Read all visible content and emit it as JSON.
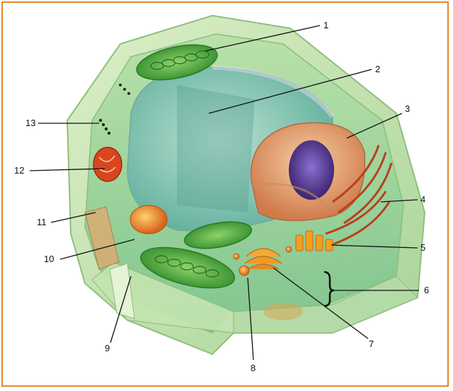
{
  "colors": {
    "frame_border": "#e8862a",
    "cell_wall": "#cfe7b8",
    "cytoplasm": "#9fd39a",
    "vacuole": "#7fc2b0",
    "chloroplast": "#3fa83a",
    "nucleus": "#e7a77a",
    "nucleolus": "#5a3b96",
    "mitochondrion": "#d9461d",
    "golgi": "#f0a020",
    "er": "#b8401a",
    "leader_line": "#111111"
  },
  "labels": {
    "l1": "1",
    "l2": "2",
    "l3": "3",
    "l4": "4",
    "l5": "5",
    "l6": "6",
    "l7": "7",
    "l8": "8",
    "l9": "9",
    "l10": "10",
    "l11": "11",
    "l12": "12",
    "l13": "13"
  }
}
